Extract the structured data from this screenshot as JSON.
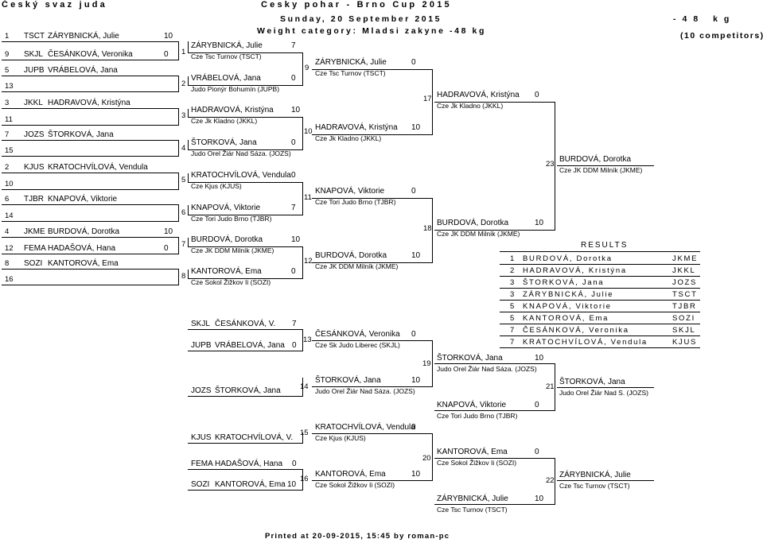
{
  "header": {
    "org": "Český svaz juda",
    "title": "Cesky pohar - Brno Cup 2015",
    "date": "Sunday, 20 September 2015",
    "weight_line": "Weight category: Mladsi zakyne -48 kg",
    "weight_short": "-48 kg",
    "competitors": "(10 competitors)"
  },
  "seeds": [
    {
      "n": "1",
      "club": "TSCT",
      "name": "ZÁRYBNICKÁ, Julie",
      "score": "10"
    },
    {
      "n": "9",
      "club": "SKJL",
      "name": "ČESÁNKOVÁ, Veronika",
      "score": "0"
    },
    {
      "n": "5",
      "club": "JUPB",
      "name": "VRÁBELOVÁ, Jana",
      "score": ""
    },
    {
      "n": "13",
      "club": "",
      "name": "",
      "score": ""
    },
    {
      "n": "3",
      "club": "JKKL",
      "name": "HADRAVOVÁ, Kristýna",
      "score": ""
    },
    {
      "n": "11",
      "club": "",
      "name": "",
      "score": ""
    },
    {
      "n": "7",
      "club": "JOZS",
      "name": "ŠTORKOVÁ, Jana",
      "score": ""
    },
    {
      "n": "15",
      "club": "",
      "name": "",
      "score": ""
    },
    {
      "n": "2",
      "club": "KJUS",
      "name": "KRATOCHVÍLOVÁ, Vendula",
      "score": ""
    },
    {
      "n": "10",
      "club": "",
      "name": "",
      "score": ""
    },
    {
      "n": "6",
      "club": "TJBR",
      "name": "KNAPOVÁ, Viktorie",
      "score": ""
    },
    {
      "n": "14",
      "club": "",
      "name": "",
      "score": ""
    },
    {
      "n": "4",
      "club": "JKME",
      "name": "BURDOVÁ, Dorotka",
      "score": "10"
    },
    {
      "n": "12",
      "club": "FEMA",
      "name": "HADAŠOVÁ, Hana",
      "score": "0"
    },
    {
      "n": "8",
      "club": "SOZI",
      "name": "KANTOROVÁ, Ema",
      "score": ""
    },
    {
      "n": "16",
      "club": "",
      "name": "",
      "score": ""
    }
  ],
  "round1": [
    {
      "m": "1",
      "name": "ZÁRYBNICKÁ, Julie",
      "score": "7",
      "club": "Cze Tsc Turnov (TSCT)"
    },
    {
      "m": "2",
      "name": "VRÁBELOVÁ, Jana",
      "score": "0",
      "club": "Judo Pionýr Bohumín (JUPB)"
    },
    {
      "m": "3",
      "name": "HADRAVOVÁ, Kristýna",
      "score": "10",
      "club": "Cze Jk Kladno (JKKL)"
    },
    {
      "m": "4",
      "name": "ŠTORKOVÁ, Jana",
      "score": "0",
      "club": "Judo Orel Žiár Nad Sáza. (JOZS)"
    },
    {
      "m": "5",
      "name": "KRATOCHVÍLOVÁ, Vendula",
      "score": "0",
      "club": "Cze Kjus (KJUS)"
    },
    {
      "m": "6",
      "name": "KNAPOVÁ, Viktorie",
      "score": "7",
      "club": "Cze Tori Judo Brno (TJBR)"
    },
    {
      "m": "7",
      "name": "BURDOVÁ, Dorotka",
      "score": "10",
      "club": "Cze JK DDM Milník (JKME)"
    },
    {
      "m": "8",
      "name": "KANTOROVÁ, Ema",
      "score": "0",
      "club": "Cze Sokol Žižkov Ii (SOZI)"
    }
  ],
  "round2": [
    {
      "m": "9",
      "name": "ZÁRYBNICKÁ, Julie",
      "score": "0",
      "club": "Cze Tsc Turnov (TSCT)"
    },
    {
      "m": "10",
      "name": "HADRAVOVÁ, Kristýna",
      "score": "10",
      "club": "Cze Jk Kladno (JKKL)"
    },
    {
      "m": "11",
      "name": "KNAPOVÁ, Viktorie",
      "score": "0",
      "club": "Cze Tori Judo Brno (TJBR)"
    },
    {
      "m": "12",
      "name": "BURDOVÁ, Dorotka",
      "score": "10",
      "club": "Cze JK DDM Milník (JKME)"
    }
  ],
  "round3": [
    {
      "m": "17",
      "name": "HADRAVOVÁ, Kristýna",
      "score": "0",
      "club": "Cze Jk Kladno (JKKL)"
    },
    {
      "m": "18",
      "name": "BURDOVÁ, Dorotka",
      "score": "10",
      "club": "Cze JK DDM Milník (JKME)"
    }
  ],
  "final": {
    "m": "23",
    "name": "BURDOVÁ, Dorotka",
    "club": "Cze JK DDM Milník (JKME)"
  },
  "repechage": {
    "r13a": {
      "club": "SKJL",
      "name": "ČESÁNKOVÁ, V.",
      "score": "7"
    },
    "r13b": {
      "club": "JUPB",
      "name": "VRÁBELOVÁ, Jana",
      "score": "0"
    },
    "m13": {
      "m": "13",
      "name": "ČESÁNKOVÁ, Veronika",
      "score": "0",
      "club": "Cze Sk Judo Liberec (SKJL)"
    },
    "r14": {
      "club": "JOZS",
      "name": "ŠTORKOVÁ, Jana"
    },
    "m14": {
      "m": "14",
      "name": "ŠTORKOVÁ, Jana",
      "score": "10",
      "club": "Judo Orel Žiár Nad Sáza. (JOZS)"
    },
    "r15": {
      "club": "KJUS",
      "name": "KRATOCHVÍLOVÁ, V."
    },
    "m15": {
      "m": "15",
      "name": "KRATOCHVÍLOVÁ, Vendula",
      "score": "0",
      "club": "Cze Kjus (KJUS)"
    },
    "r16a": {
      "club": "FEMA",
      "name": "HADAŠOVÁ, Hana",
      "score": "0"
    },
    "r16b": {
      "club": "SOZI",
      "name": "KANTOROVÁ, Ema",
      "score": "10"
    },
    "m16": {
      "m": "16",
      "name": "KANTOROVÁ, Ema",
      "score": "10",
      "club": "Cze Sokol Žižkov Ii (SOZI)"
    },
    "m19": {
      "m": "19",
      "name": "ŠTORKOVÁ, Jana",
      "score": "10",
      "club": "Judo Orel Žiár Nad Sáza. (JOZS)"
    },
    "m19b": {
      "name": "KNAPOVÁ, Viktorie",
      "score": "0",
      "club": "Cze Tori Judo Brno (TJBR)"
    },
    "m20": {
      "m": "20",
      "name": "KANTOROVÁ, Ema",
      "score": "0",
      "club": "Cze Sokol Žižkov Ii (SOZI)"
    },
    "m20b": {
      "name": "ZÁRYBNICKÁ, Julie",
      "score": "10",
      "club": "Cze Tsc Turnov (TSCT)"
    },
    "m21": {
      "m": "21",
      "name": "ŠTORKOVÁ, Jana",
      "club": "Judo Orel Žiár Nad S. (JOZS)"
    },
    "m22": {
      "m": "22",
      "name": "ZÁRYBNICKÁ, Julie",
      "club": "Cze Tsc Turnov (TSCT)"
    }
  },
  "results": {
    "title": "RESULTS",
    "rows": [
      {
        "p": "1",
        "name": "BURDOVÁ, Dorotka",
        "club": "JKME"
      },
      {
        "p": "2",
        "name": "HADRAVOVÁ, Kristýna",
        "club": "JKKL"
      },
      {
        "p": "3",
        "name": "ŠTORKOVÁ, Jana",
        "club": "JOZS"
      },
      {
        "p": "3",
        "name": "ZÁRYBNICKÁ, Julie",
        "club": "TSCT"
      },
      {
        "p": "5",
        "name": "KNAPOVÁ, Viktorie",
        "club": "TJBR"
      },
      {
        "p": "5",
        "name": "KANTOROVÁ, Ema",
        "club": "SOZI"
      },
      {
        "p": "7",
        "name": "ČESÁNKOVÁ, Veronika",
        "club": "SKJL"
      },
      {
        "p": "7",
        "name": "KRATOCHVÍLOVÁ, Vendula",
        "club": "KJUS"
      }
    ]
  },
  "footer": "Printed at 20-09-2015, 15:45 by roman-pc"
}
